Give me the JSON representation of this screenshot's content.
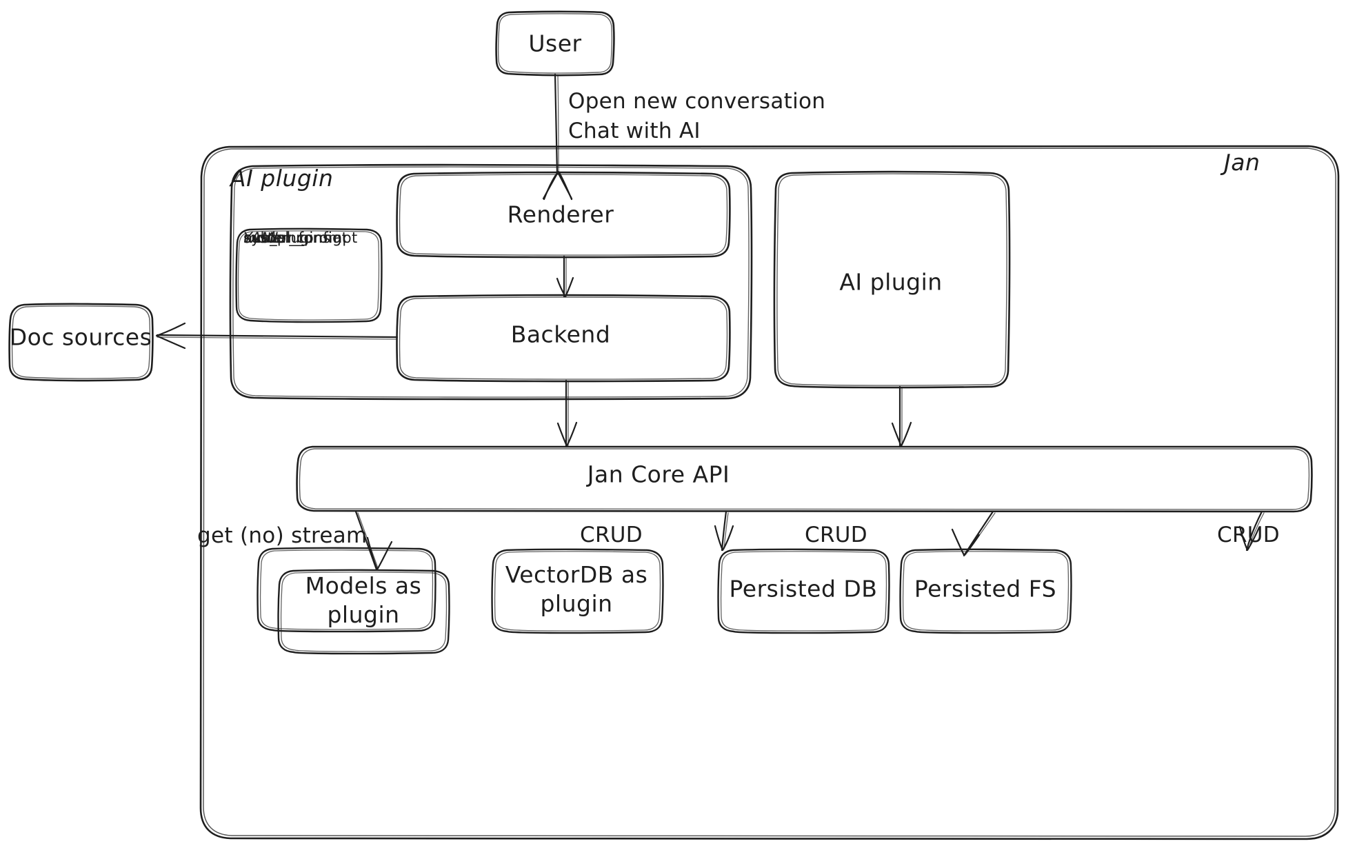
{
  "diagram": {
    "type": "architecture-flow",
    "style": "hand-drawn",
    "stroke_color": "#1e1e1e",
    "background_color": "#ffffff",
    "groups": [
      {
        "id": "jan",
        "label": "Jan",
        "label_position": "top-right"
      },
      {
        "id": "ai-plugin-group",
        "label": "AI plugin",
        "label_position": "top-left"
      }
    ],
    "nodes": [
      {
        "id": "user",
        "label": "User"
      },
      {
        "id": "renderer",
        "label": "Renderer"
      },
      {
        "id": "backend",
        "label": "Backend"
      },
      {
        "id": "ai-plugin",
        "label": "AI plugin"
      },
      {
        "id": "doc-sources",
        "label": "Doc sources"
      },
      {
        "id": "jan-core-api",
        "label": "Jan Core API"
      },
      {
        "id": "models-as-plugin",
        "label_line1": "Models as",
        "label_line2": "plugin"
      },
      {
        "id": "vectordb-as-plugin",
        "label_line1": "VectorDB as",
        "label_line2": "plugin"
      },
      {
        "id": "persisted-db",
        "label": "Persisted DB"
      },
      {
        "id": "persisted-fs",
        "label": "Persisted FS"
      }
    ],
    "yaml_card": {
      "lines": [
        "YAML:",
        "system_prompt",
        "model_config",
        "avatar_format",
        "sub_plugins"
      ]
    },
    "edges": [
      {
        "id": "user-to-renderer",
        "from": "user",
        "to": "renderer",
        "label_line1": "Open new conversation",
        "label_line2": "Chat with AI"
      },
      {
        "id": "renderer-to-backend",
        "from": "renderer",
        "to": "backend",
        "label": ""
      },
      {
        "id": "backend-to-doc-sources",
        "from": "backend",
        "to": "doc-sources",
        "label": ""
      },
      {
        "id": "backend-to-core-api",
        "from": "backend",
        "to": "jan-core-api",
        "label": ""
      },
      {
        "id": "ai-plugin-to-core-api",
        "from": "ai-plugin",
        "to": "jan-core-api",
        "label": ""
      },
      {
        "id": "core-api-to-models",
        "from": "jan-core-api",
        "to": "models-as-plugin",
        "label": "get (no) stream"
      },
      {
        "id": "core-api-to-vectordb",
        "from": "jan-core-api",
        "to": "vectordb-as-plugin",
        "label": "CRUD"
      },
      {
        "id": "core-api-to-persisted-db",
        "from": "jan-core-api",
        "to": "persisted-db",
        "label": "CRUD"
      },
      {
        "id": "core-api-to-persisted-fs",
        "from": "jan-core-api",
        "to": "persisted-fs",
        "label": "CRUD"
      }
    ]
  }
}
